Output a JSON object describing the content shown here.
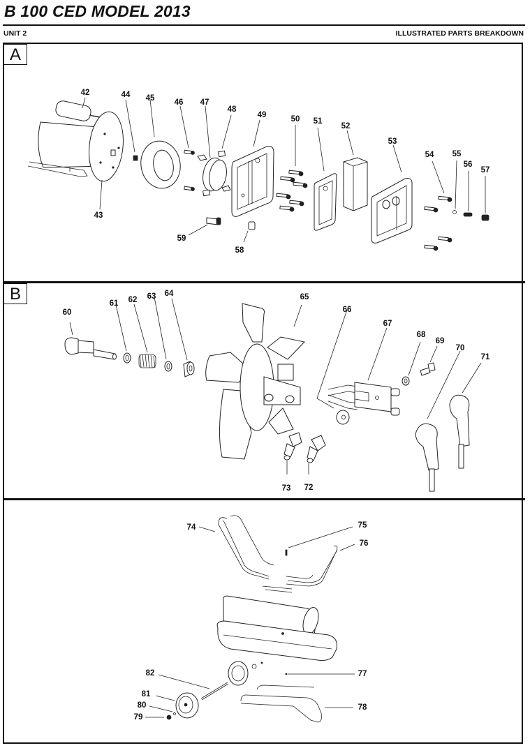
{
  "header": {
    "title": "B 100 CED MODEL 2013",
    "unit": "UNIT 2",
    "section_title": "ILLUSTRATED PARTS BREAKDOWN"
  },
  "sections": [
    {
      "label": "A",
      "parts": [
        "42",
        "43",
        "44",
        "45",
        "46",
        "47",
        "48",
        "49",
        "50",
        "51",
        "52",
        "53",
        "54",
        "55",
        "56",
        "57",
        "58",
        "59"
      ]
    },
    {
      "label": "B",
      "parts": [
        "60",
        "61",
        "62",
        "63",
        "64",
        "65",
        "66",
        "67",
        "68",
        "69",
        "70",
        "71",
        "72",
        "73"
      ]
    },
    {
      "label": "",
      "parts": [
        "74",
        "75",
        "76",
        "77",
        "78",
        "79",
        "80",
        "81",
        "82"
      ]
    }
  ],
  "callouts": {
    "p42": "42",
    "p43": "43",
    "p44": "44",
    "p45": "45",
    "p46": "46",
    "p47": "47",
    "p48": "48",
    "p49": "49",
    "p50": "50",
    "p51": "51",
    "p52": "52",
    "p53": "53",
    "p54": "54",
    "p55": "55",
    "p56": "56",
    "p57": "57",
    "p58": "58",
    "p59": "59",
    "p60": "60",
    "p61": "61",
    "p62": "62",
    "p63": "63",
    "p64": "64",
    "p65": "65",
    "p66": "66",
    "p67": "67",
    "p68": "68",
    "p69": "69",
    "p70": "70",
    "p71": "71",
    "p72": "72",
    "p73": "73",
    "p74": "74",
    "p75": "75",
    "p76": "76",
    "p77": "77",
    "p78": "78",
    "p79": "79",
    "p80": "80",
    "p81": "81",
    "p82": "82"
  }
}
